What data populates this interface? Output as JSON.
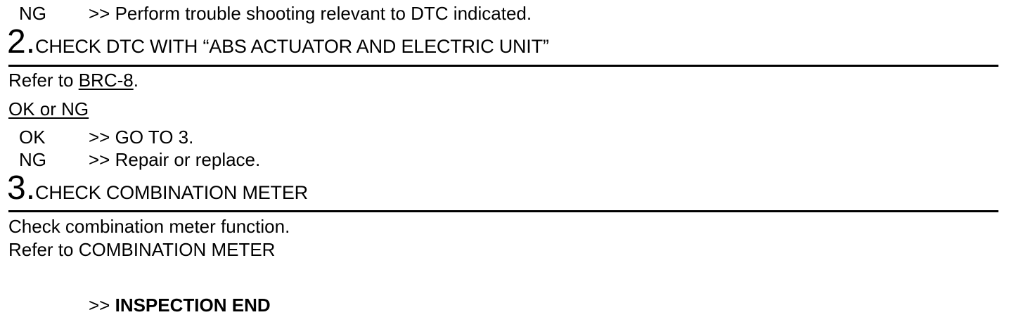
{
  "step1": {
    "result_ng": {
      "label": "NG",
      "action": ">> Perform trouble shooting relevant to DTC indicated."
    }
  },
  "step2": {
    "number": "2.",
    "title": "CHECK DTC WITH “ABS ACTUATOR AND ELECTRIC UNIT”",
    "refer_prefix": "Refer to ",
    "refer_link": "BRC-8",
    "refer_suffix": ".",
    "decision_heading": "OK or NG",
    "result_ok": {
      "label": "OK",
      "action": ">> GO TO 3."
    },
    "result_ng": {
      "label": "NG",
      "action": ">> Repair or replace."
    }
  },
  "step3": {
    "number": "3.",
    "title": "CHECK COMBINATION METER",
    "body_line1": "Check combination meter function.",
    "refer_prefix": "Refer to ",
    "refer_target": "COMBINATION METER",
    "end_prefix": ">> ",
    "end_label": "INSPECTION END"
  }
}
